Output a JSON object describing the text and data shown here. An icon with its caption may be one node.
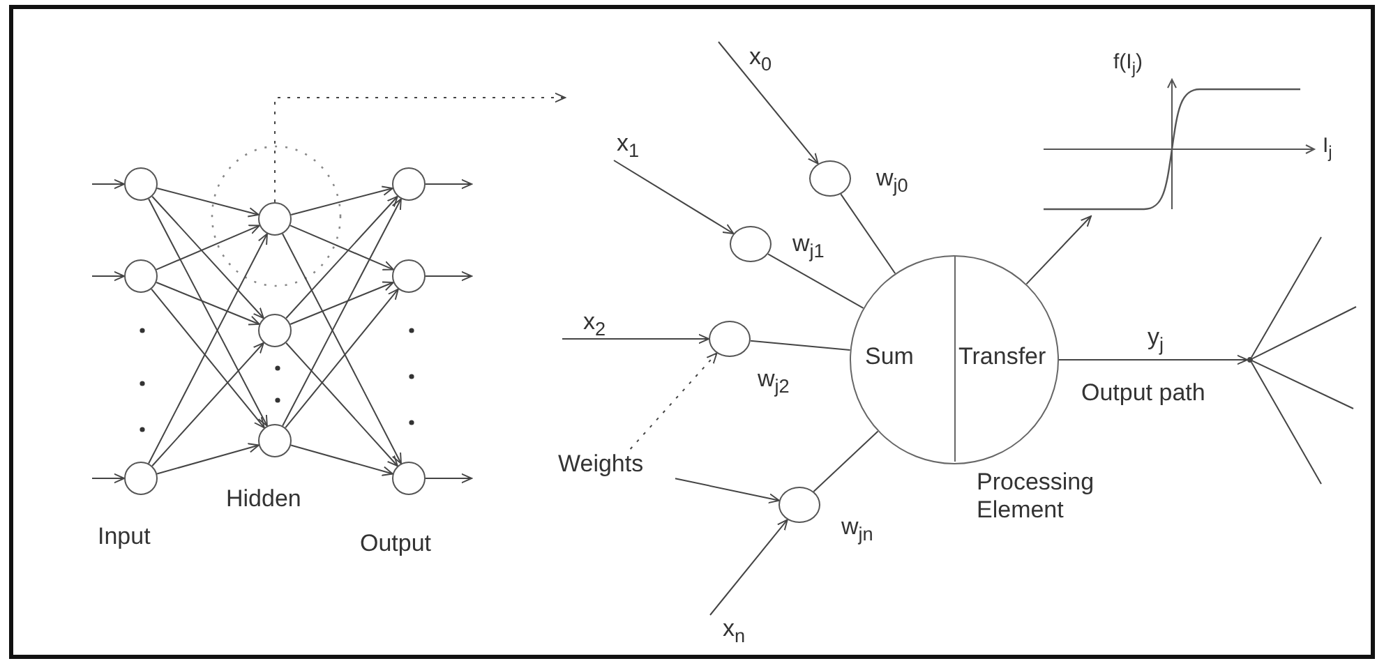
{
  "diagram": {
    "nodes": [
      {
        "text": [],
        "shape": "circle"
      },
      {
        "text": [],
        "shape": "circle"
      },
      {
        "text": [],
        "shape": "circle"
      },
      {
        "text": [],
        "shape": "circle"
      },
      {
        "text": [],
        "shape": "circle"
      },
      {
        "text": [],
        "shape": "circle"
      },
      {
        "text": [],
        "shape": "circle"
      },
      {
        "text": [],
        "shape": "circle"
      },
      {
        "text": [],
        "shape": "circle"
      },
      {
        "text": [
          "x$_{0}$"
        ]
      },
      {
        "text": [],
        "shape": "circle",
        "beside": [
          "w$_{j0}$"
        ]
      },
      {
        "text": [
          "x$_{1}$"
        ]
      },
      {
        "text": [],
        "shape": "circle",
        "beside": [
          "w$_{j1}$"
        ]
      },
      {
        "text": [
          "x$_{2}$"
        ]
      },
      {
        "text": [],
        "shape": "circle",
        "beside": [
          "w$_{j2}$"
        ]
      },
      {
        "text": [
          "Weights"
        ]
      },
      {
        "text": [],
        "shape": "circle",
        "beside": [
          "w$_{jn}$"
        ]
      },
      {
        "text": [
          "x$_{n}$"
        ]
      },
      {
        "text": [
          "Sum",
          "Transfer"
        ],
        "beside": [
          "Processing Element"
        ]
      },
      {
        "text": [
          "f(I$_{j}$)",
          "I$_{j}$"
        ]
      },
      {
        "text": [],
        "shape": "dot"
      }
    ],
    "edges": [
      {
        "from": null,
        "to": 0,
        "arrow": "to"
      },
      {
        "from": null,
        "to": 1,
        "arrow": "to"
      },
      {
        "from": null,
        "to": 2,
        "arrow": "to"
      },
      {
        "from": 0,
        "to": 3,
        "arrow": "to"
      },
      {
        "from": 0,
        "to": 4,
        "arrow": "to"
      },
      {
        "from": 0,
        "to": 5,
        "arrow": "to"
      },
      {
        "from": 1,
        "to": 3,
        "arrow": "to"
      },
      {
        "from": 1,
        "to": 4,
        "arrow": "to"
      },
      {
        "from": 1,
        "to": 5,
        "arrow": "to"
      },
      {
        "from": 2,
        "to": 3,
        "arrow": "to"
      },
      {
        "from": 2,
        "to": 4,
        "arrow": "to"
      },
      {
        "from": 2,
        "to": 5,
        "arrow": "to"
      },
      {
        "from": 3,
        "to": 6,
        "arrow": "to"
      },
      {
        "from": 3,
        "to": 7,
        "arrow": "to"
      },
      {
        "from": 3,
        "to": 8,
        "arrow": "to"
      },
      {
        "from": 4,
        "to": 6,
        "arrow": "to"
      },
      {
        "from": 4,
        "to": 7,
        "arrow": "to"
      },
      {
        "from": 4,
        "to": 8,
        "arrow": "to"
      },
      {
        "from": 5,
        "to": 6,
        "arrow": "to"
      },
      {
        "from": 5,
        "to": 7,
        "arrow": "to"
      },
      {
        "from": 5,
        "to": 8,
        "arrow": "to"
      },
      {
        "from": 6,
        "to": null,
        "arrow": "to"
      },
      {
        "from": 7,
        "to": null,
        "arrow": "to"
      },
      {
        "from": 8,
        "to": null,
        "arrow": "to"
      },
      {
        "from": 3,
        "to": null,
        "arrow": "to",
        "style": "dashed"
      },
      {
        "from": 9,
        "to": 10,
        "arrow": "to"
      },
      {
        "from": 11,
        "to": 12,
        "arrow": "to"
      },
      {
        "from": 13,
        "to": 14,
        "arrow": "to"
      },
      {
        "from": 15,
        "to": 14,
        "arrow": "to",
        "style": "dashed"
      },
      {
        "from": 15,
        "to": 16,
        "arrow": "to"
      },
      {
        "from": 17,
        "to": 16,
        "arrow": "to"
      },
      {
        "from": 10,
        "to": 18,
        "arrow": "none"
      },
      {
        "from": 12,
        "to": 18,
        "arrow": "none"
      },
      {
        "from": 14,
        "to": 18,
        "arrow": "none"
      },
      {
        "from": 16,
        "to": 18,
        "arrow": "none"
      },
      {
        "from": 18,
        "to": 19,
        "arrow": "to"
      },
      {
        "from": 18,
        "to": 20,
        "arrow": "to",
        "label": "y$_{j}$"
      },
      {
        "from": 20,
        "to": null,
        "arrow": "none"
      },
      {
        "from": 20,
        "to": null,
        "arrow": "none"
      },
      {
        "from": 20,
        "to": null,
        "arrow": "none"
      },
      {
        "from": 20,
        "to": null,
        "arrow": "none"
      }
    ],
    "labels": [
      "Input",
      "Hidden",
      "Output",
      "Output path"
    ]
  }
}
